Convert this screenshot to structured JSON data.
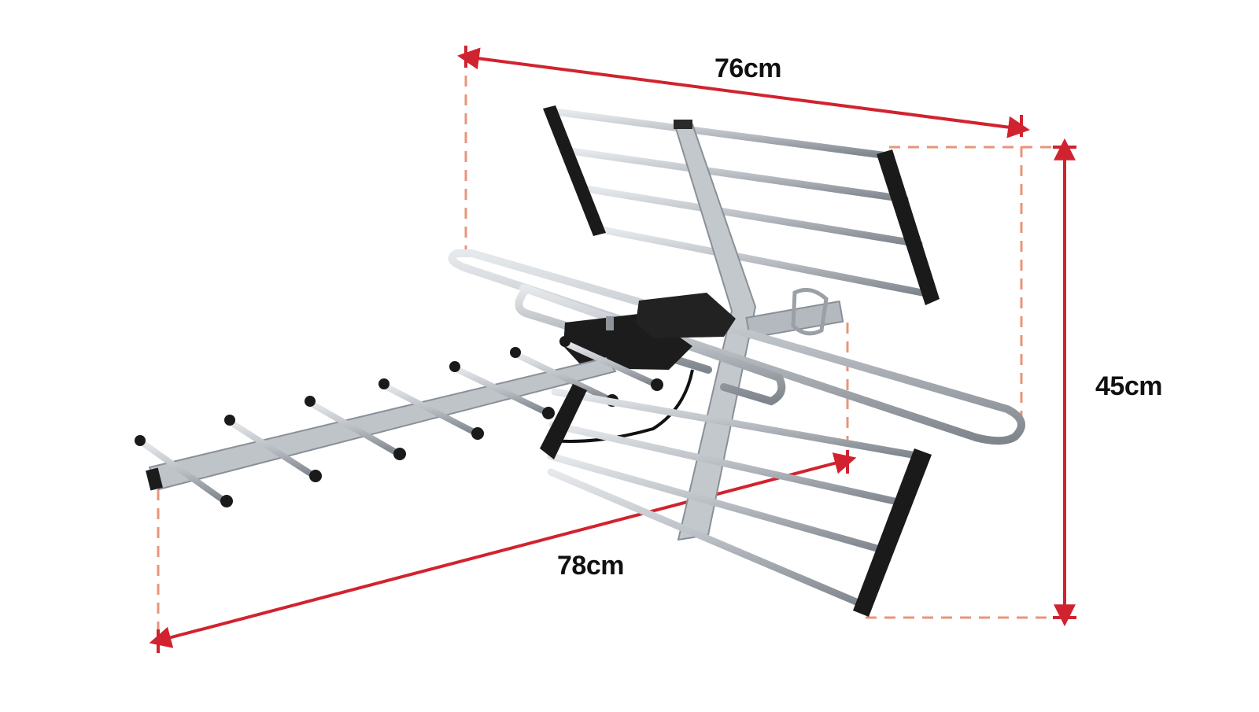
{
  "diagram": {
    "type": "product-dimension-diagram",
    "subject": "outdoor TV antenna",
    "colors": {
      "background": "#ffffff",
      "dimension_line": "#d1232f",
      "extension_line": "#e8957a",
      "label_text": "#111111",
      "metal": "#b9bec4",
      "metal_dark": "#8a9098",
      "plastic": "#1a1a1a"
    },
    "dimensions": {
      "width_top": {
        "label": "76cm",
        "value": 76,
        "unit": "cm"
      },
      "height_right": {
        "label": "45cm",
        "value": 45,
        "unit": "cm"
      },
      "length_bottom": {
        "label": "78cm",
        "value": 78,
        "unit": "cm"
      }
    }
  }
}
